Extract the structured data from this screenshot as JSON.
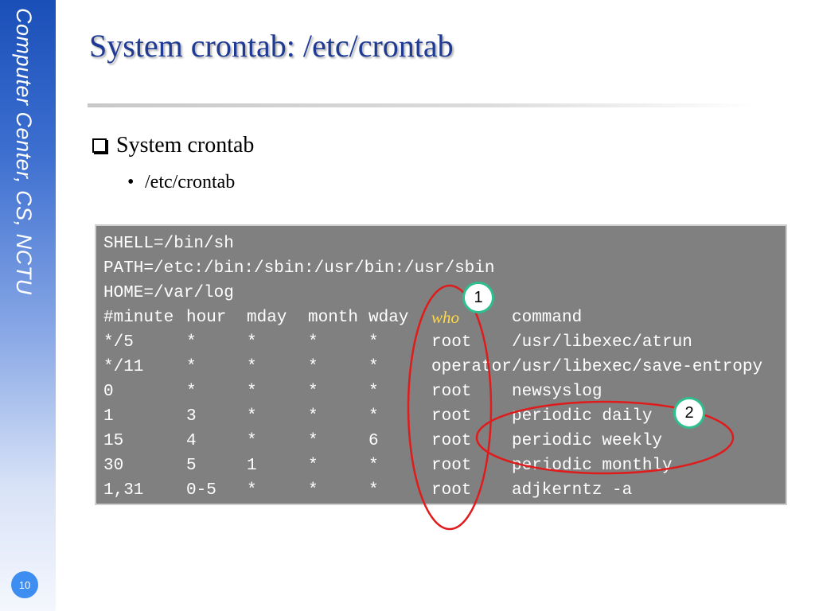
{
  "sidebar": {
    "org_text": "Computer Center, CS, NCTU",
    "page_number": "10"
  },
  "slide": {
    "title": "System crontab: /etc/crontab",
    "bullet_1": "System crontab",
    "bullet_2": "/etc/crontab",
    "bullet_2_marker": "•"
  },
  "crontab": {
    "env_lines": [
      "SHELL=/bin/sh",
      "PATH=/etc:/bin:/sbin:/usr/bin:/usr/sbin",
      "HOME=/var/log"
    ],
    "header": [
      "#minute",
      "hour",
      "mday",
      "month",
      "wday",
      "who",
      "command"
    ],
    "rows": [
      [
        "*/5",
        "*",
        "*",
        "*",
        "*",
        "root",
        "/usr/libexec/atrun"
      ],
      [
        "*/11",
        "*",
        "*",
        "*",
        "*",
        "operator",
        "/usr/libexec/save-entropy"
      ],
      [
        "0",
        "*",
        "*",
        "*",
        "*",
        "root",
        "newsyslog"
      ],
      [
        "1",
        "3",
        "*",
        "*",
        "*",
        "root",
        "periodic daily"
      ],
      [
        "15",
        "4",
        "*",
        "*",
        "6",
        "root",
        "periodic weekly"
      ],
      [
        "30",
        "5",
        "1",
        "*",
        "*",
        "root",
        "periodic monthly"
      ],
      [
        "1,31",
        "0-5",
        "*",
        "*",
        "*",
        "root",
        "adjkerntz -a"
      ]
    ]
  },
  "annotations": {
    "badge_1": "1",
    "badge_2": "2",
    "ellipse_color": "#e01b1b",
    "badge_border_color": "#2fbf8f"
  },
  "colors": {
    "title": "#1f3a93",
    "code_background": "#808080",
    "who_label": "#ffd84a"
  }
}
